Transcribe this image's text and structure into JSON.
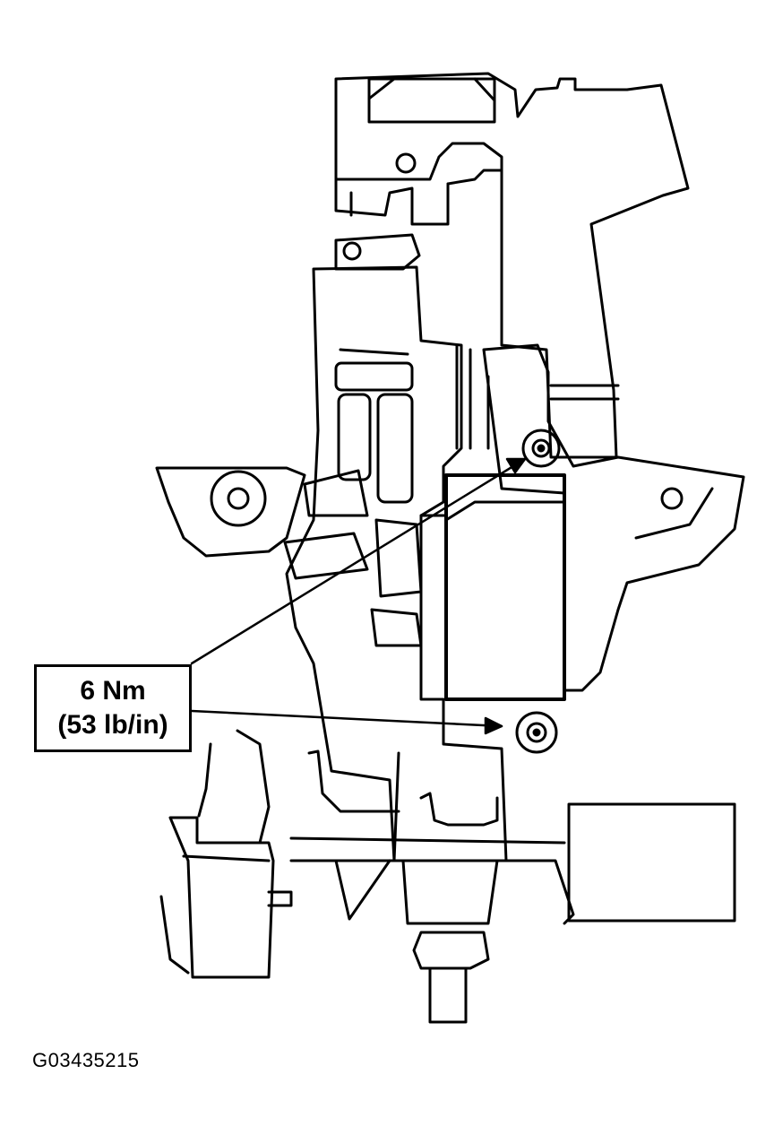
{
  "callout": {
    "torque_metric": "6 Nm",
    "torque_imperial": "(53 lb/in)"
  },
  "figure_id": "G03435215",
  "colors": {
    "line": "#000000",
    "background": "#ffffff"
  }
}
